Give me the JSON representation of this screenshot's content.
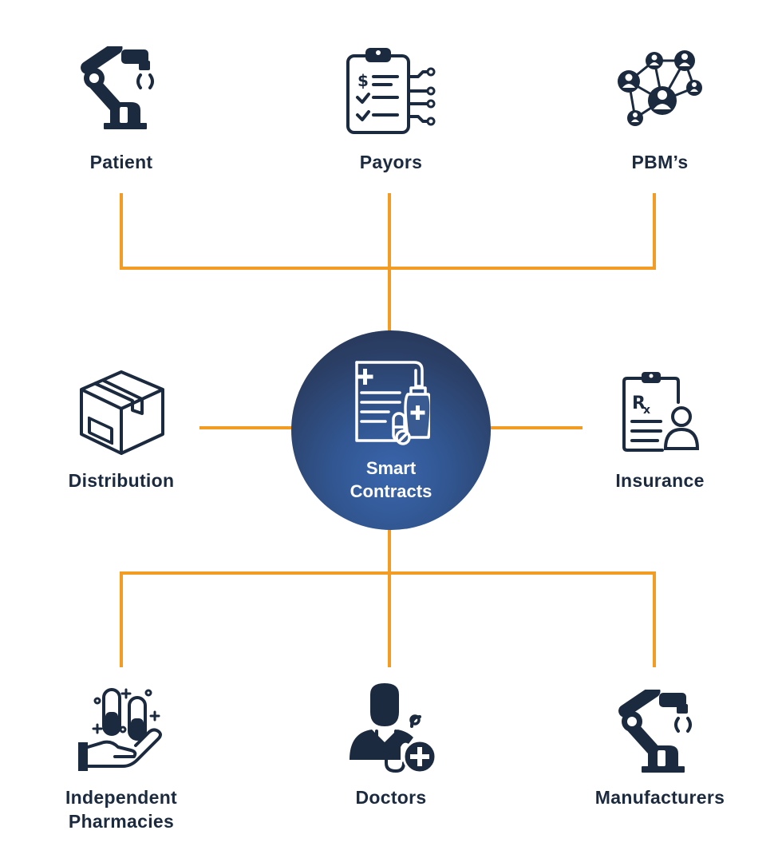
{
  "diagram": {
    "hub": {
      "label_line1": "Smart",
      "label_line2": "Contracts",
      "icon": "medical-prescription-document-icon"
    },
    "nodes": {
      "patient": {
        "label": "Patient",
        "icon": "robotic-arm-icon"
      },
      "payors": {
        "label": "Payors",
        "icon": "billing-clipboard-icon"
      },
      "pbms": {
        "label": "PBM’s",
        "icon": "people-network-icon"
      },
      "distribution": {
        "label": "Distribution",
        "icon": "package-box-icon"
      },
      "insurance": {
        "label": "Insurance",
        "icon": "rx-clipboard-person-icon"
      },
      "independent_pharmacies": {
        "label_line1": "Independent",
        "label_line2": "Pharmacies",
        "icon": "pills-in-hand-icon"
      },
      "doctors": {
        "label": "Doctors",
        "icon": "doctor-stethoscope-icon"
      },
      "manufacturers": {
        "label": "Manufacturers",
        "icon": "robotic-arm-icon"
      }
    },
    "colors": {
      "connector": "#f39c23",
      "icon": "#1b2a3f",
      "hub_light": "#3a66ad",
      "hub_dark": "#24334f",
      "hub_text": "#ffffff"
    }
  }
}
